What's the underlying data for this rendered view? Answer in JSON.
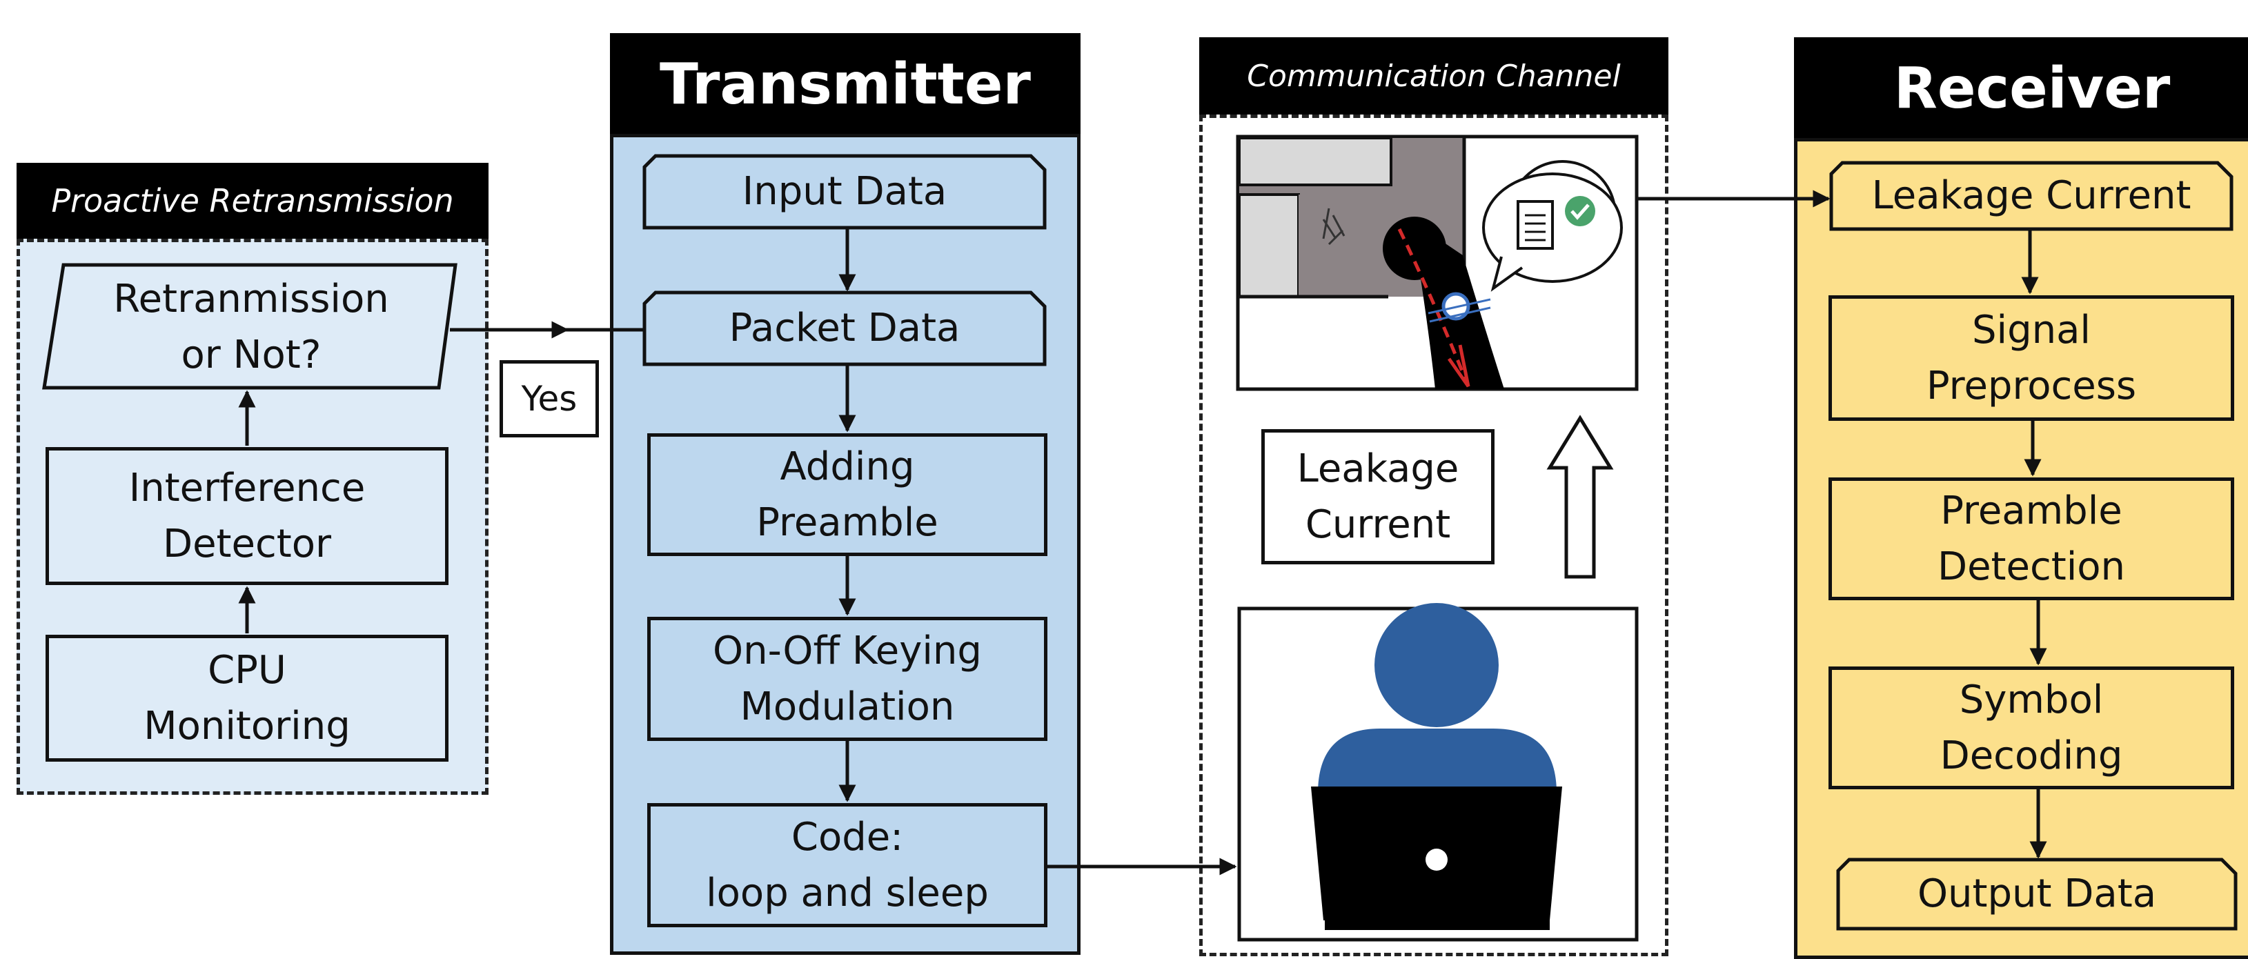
{
  "proactive": {
    "title": "Proactive Retransmission",
    "decision": "Retranmission\nor Not?",
    "detector": "Interference\nDetector",
    "monitor": "CPU\nMonitoring",
    "yes_label": "Yes"
  },
  "transmitter": {
    "title": "Transmitter",
    "steps": [
      "Input Data",
      "Packet Data",
      "Adding\nPreamble",
      "On-Off Keying\nModulation",
      "Code:\nloop and sleep"
    ]
  },
  "channel": {
    "title": "Communication Channel",
    "leakage_label": "Leakage\nCurrent"
  },
  "receiver": {
    "title": "Receiver",
    "steps": [
      "Leakage Current",
      "Signal\nPreprocess",
      "Preamble\nDetection",
      "Symbol\nDecoding",
      "Output Data"
    ]
  },
  "colors": {
    "proactive_bg": "#deebf7",
    "transmitter_bg": "#bdd7ee",
    "receiver_bg": "#fce08c",
    "person_blue": "#2e5f9e",
    "header_bg": "#000000"
  }
}
